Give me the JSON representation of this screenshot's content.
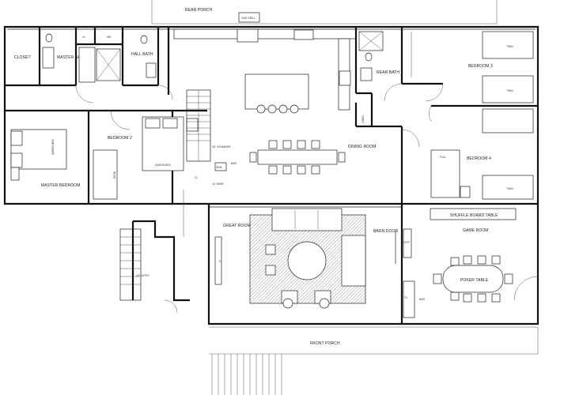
{
  "rooms": {
    "rear_porch": "REAR PORCH",
    "gas_grill": "GAS GRILL",
    "closet": "CLOSET",
    "cl": "CL",
    "wd": "WD",
    "master_bath": "MASTER BATH",
    "hall_bath": "HALL BATH",
    "rear_bath": "REAR BATH",
    "bedroom3": "BEDROOM 3",
    "bedroom4": "BEDROOM 4",
    "bedroom2": "BEDROOM 2",
    "master_bedroom": "MASTER BEDROOM",
    "dining_room": "DINING ROOM",
    "linen": "LINEN",
    "great_room": "GREAT ROOM",
    "barn_door": "BARN DOOR",
    "game_room": "GAME ROOM",
    "front_porch": "FRONT PORCH",
    "shuffle_board": "SHUFFLE BOARD TABLE",
    "poker_table": "POKER TABLE",
    "bar": "BAR",
    "bar2": "BAR",
    "tv_great": "TV",
    "tv_game": "TV",
    "step": "STEP",
    "cl_stair": "CL",
    "up_entry": "UP ENTRY",
    "icemaker": "18\" ICEMAKER",
    "wine": "24\" WINE",
    "sink": "SINK"
  },
  "beds": {
    "queen": "QUEEN BED",
    "twin": "TWIN",
    "full": "FULL",
    "desk": "DESK"
  }
}
